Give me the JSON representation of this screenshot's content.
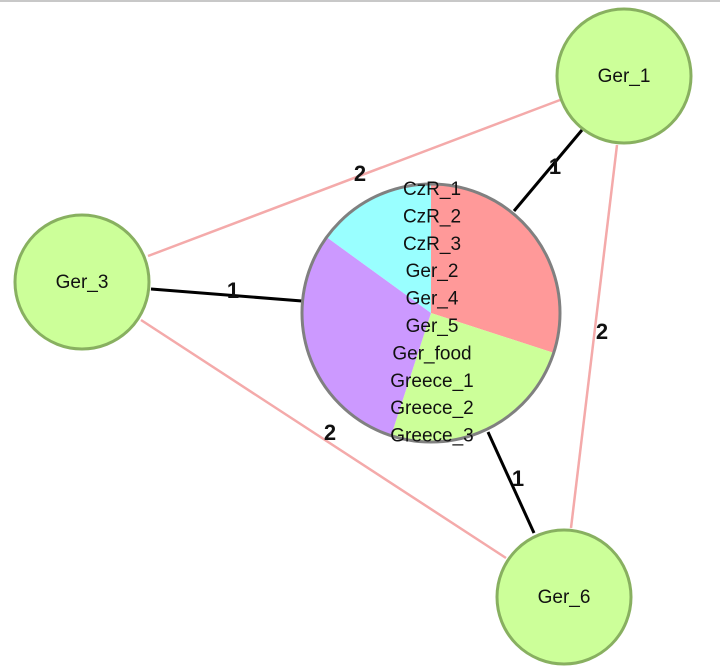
{
  "colors": {
    "node_fill": "#ccff99",
    "node_stroke": "#88b060",
    "strong_edge": "#000000",
    "weak_edge": "#f4aaaa",
    "center_stroke": "#808080",
    "slice_red": "#ff9999",
    "slice_green": "#ccff99",
    "slice_purple": "#cc99ff",
    "slice_cyan": "#99ffff"
  },
  "nodes": {
    "ger_1": "Ger_1",
    "ger_3": "Ger_3",
    "ger_6": "Ger_6"
  },
  "center_cluster": {
    "members": [
      "CzR_1",
      "CzR_2",
      "CzR_3",
      "Ger_2",
      "Ger_4",
      "Ger_5",
      "Ger_food",
      "Greece_1",
      "Greece_2",
      "Greece_3"
    ],
    "slices": [
      {
        "color": "slice_red",
        "fraction": 0.3
      },
      {
        "color": "slice_green",
        "fraction": 0.25
      },
      {
        "color": "slice_purple",
        "fraction": 0.3
      },
      {
        "color": "slice_cyan",
        "fraction": 0.15
      }
    ]
  },
  "edges": {
    "center_ger_1": "1",
    "center_ger_3": "1",
    "center_ger_6": "1",
    "ger_1_ger_3": "2",
    "ger_1_ger_6": "2",
    "ger_3_ger_6": "2"
  }
}
